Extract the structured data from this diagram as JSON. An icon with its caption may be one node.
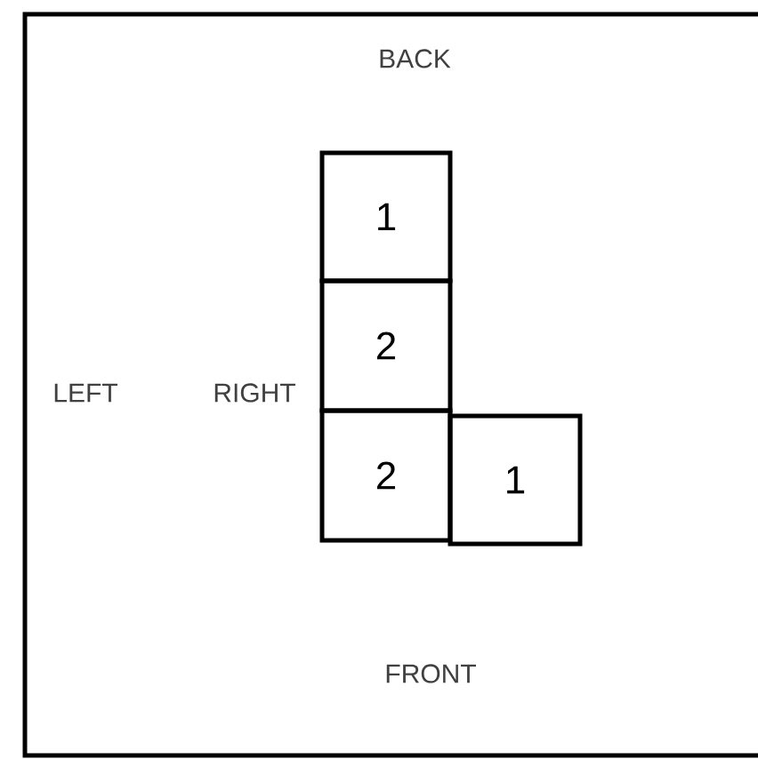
{
  "diagram": {
    "nodes": [
      {
        "text": [
          "1"
        ]
      },
      {
        "text": [
          "2"
        ]
      },
      {
        "text": [
          "2"
        ]
      },
      {
        "text": [
          "1"
        ]
      }
    ],
    "labels": [
      "BACK",
      "LEFT",
      "RIGHT",
      "FRONT"
    ]
  }
}
